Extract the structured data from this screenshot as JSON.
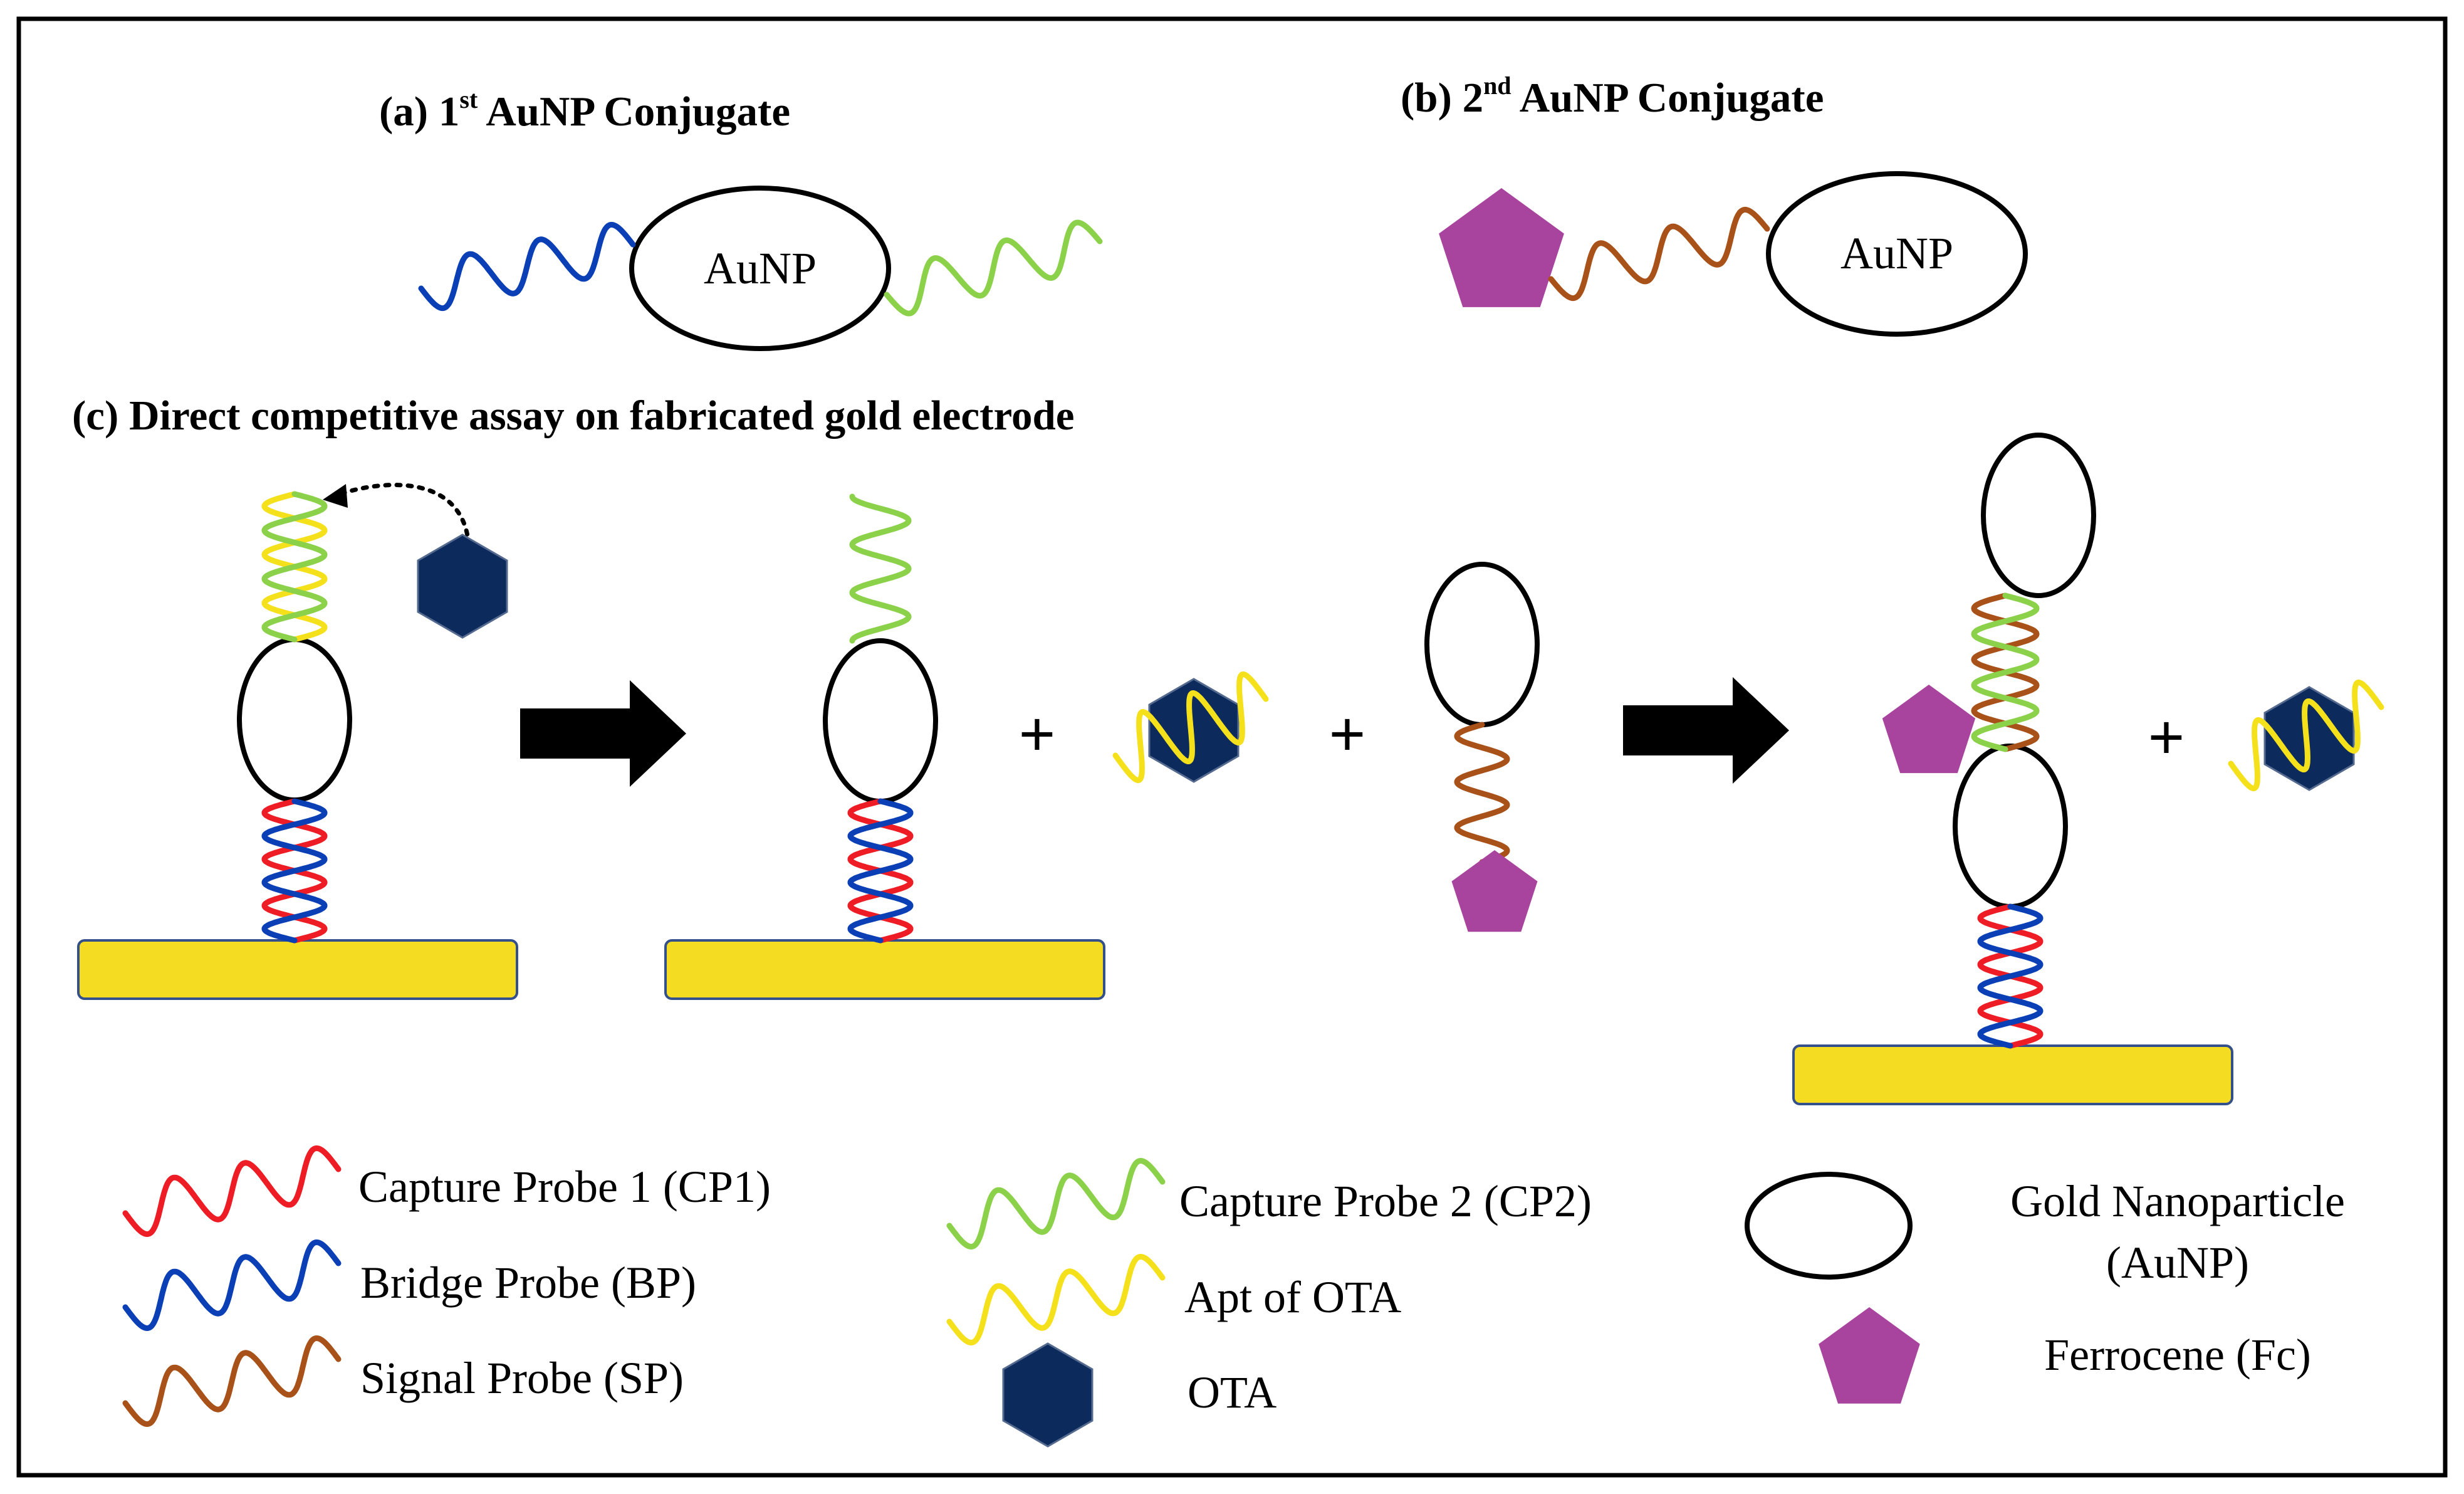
{
  "titles": {
    "a": {
      "pre": "(a) 1",
      "sup": "st",
      "post": " AuNP Conjugate"
    },
    "b": {
      "pre": "(b) 2",
      "sup": "nd",
      "post": " AuNP Conjugate"
    },
    "c": "(c) Direct competitive assay on fabricated gold electrode"
  },
  "np_label": "AuNP",
  "plus": "+",
  "legend": {
    "cp1": "Capture Probe 1 (CP1)",
    "bp": "Bridge Probe (BP)",
    "sp": "Signal Probe (SP)",
    "cp2": "Capture Probe 2 (CP2)",
    "apt": "Apt of OTA",
    "ota": "OTA",
    "aunp_line1": "Gold Nanoparticle",
    "aunp_line2": "(AuNP)",
    "fc": "Ferrocene (Fc)"
  },
  "colors": {
    "cp1": "#ee1c24",
    "bp": "#0b3fb5",
    "sp": "#a8521a",
    "cp2": "#8cd14a",
    "apt": "#f5e11b",
    "ota": "#0d2a5c",
    "ferrocene": "#a9449e",
    "electrode": "#f3dc22",
    "electrode_edge": "#34508c"
  }
}
